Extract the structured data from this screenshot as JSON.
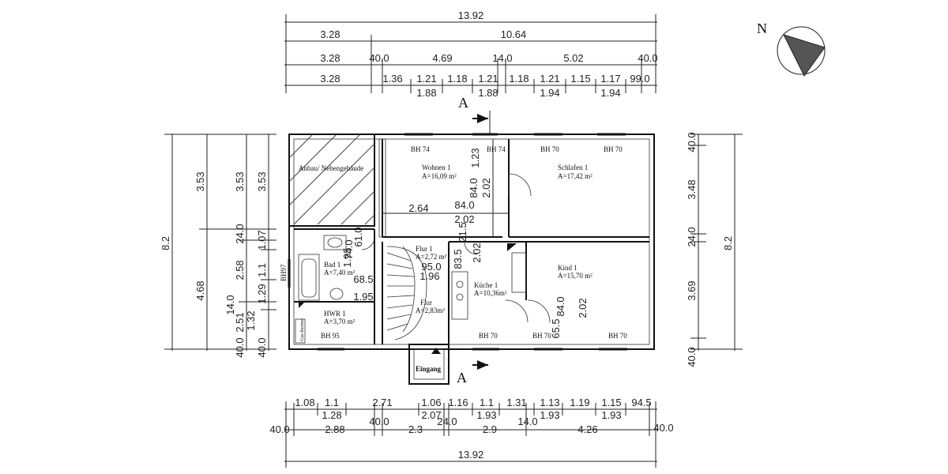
{
  "top_dimensions": {
    "row1": [
      "13.92"
    ],
    "row2": [
      "3.28",
      "10.64"
    ],
    "row3": [
      "3.28",
      "40.0",
      "4.69",
      "14.0",
      "5.02",
      "40.0"
    ],
    "row4a": [
      "3.28",
      "1.36",
      "1.21",
      "1.18",
      "1.21",
      "1.18",
      "1.21",
      "1.15",
      "1.17",
      "99.0"
    ],
    "row4b": [
      "1.88",
      "1.88",
      "1.94",
      "1.94"
    ]
  },
  "bottom_dimensions": {
    "row1a": [
      "1.08",
      "1.1",
      "2.71",
      "1.06",
      "1.16",
      "1.1",
      "1.31",
      "1.13",
      "1.19",
      "1.15",
      "94.5"
    ],
    "row1b": [
      "1.28",
      "2.07",
      "1.93",
      "1.93",
      "1.93"
    ],
    "row2": [
      "40.0",
      "2.88",
      "40.0",
      "2.3",
      "24.0",
      "2.9",
      "14.0",
      "4.26",
      "40.0"
    ],
    "row3": [
      "13.92"
    ]
  },
  "left_dimensions": {
    "outer": [
      "8.2"
    ],
    "second": [
      "3.53",
      "4.68"
    ],
    "third": [
      "3.53",
      "24.0",
      "2.58",
      "14.0",
      "2.51",
      "40.0"
    ],
    "fourth": [
      "3.53",
      "1.07",
      "1.1",
      "1.29",
      "1.32",
      "40.0"
    ]
  },
  "right_dimensions": {
    "inner": [
      "40.0",
      "3.48",
      "24.0",
      "3.69",
      "40.0"
    ],
    "outer": [
      "8.2"
    ]
  },
  "interior_dimensions": [
    "1.23",
    "2.02",
    "84.0",
    "2.64",
    "84.0",
    "2.02",
    "21.5",
    "2.02",
    "83.5",
    "95.0",
    "1.96",
    "74.0",
    "61.0",
    "1.95",
    "68.5",
    "1.95",
    "84.0",
    "2.02",
    "65.5"
  ],
  "rooms": [
    {
      "name": "Anbau/ Nebengebäude",
      "area": ""
    },
    {
      "name": "Wohnen 1",
      "area": "A=16,09 m²"
    },
    {
      "name": "Schlafen 1",
      "area": "A=17,42 m²"
    },
    {
      "name": "Bad 1",
      "area": "A=7,40 m²"
    },
    {
      "name": "Flur 1",
      "area": "A=2,72 m²"
    },
    {
      "name": "Küche 1",
      "area": "A=10,36m²"
    },
    {
      "name": "Kind 1",
      "area": "A=15,70 m²"
    },
    {
      "name": "HWR 1",
      "area": "A=3,70 m²"
    },
    {
      "name": "Flur",
      "area": "A=2,83m²"
    }
  ],
  "window_labels": [
    "BH 74",
    "BH 74",
    "BH 70",
    "BH 70",
    "BH97",
    "BH 95",
    "BH 70",
    "BH 70",
    "BH 70"
  ],
  "entrance_label": "Eingang",
  "section_marker": "A",
  "north_label": "N",
  "misc_label": "Gas-therme"
}
